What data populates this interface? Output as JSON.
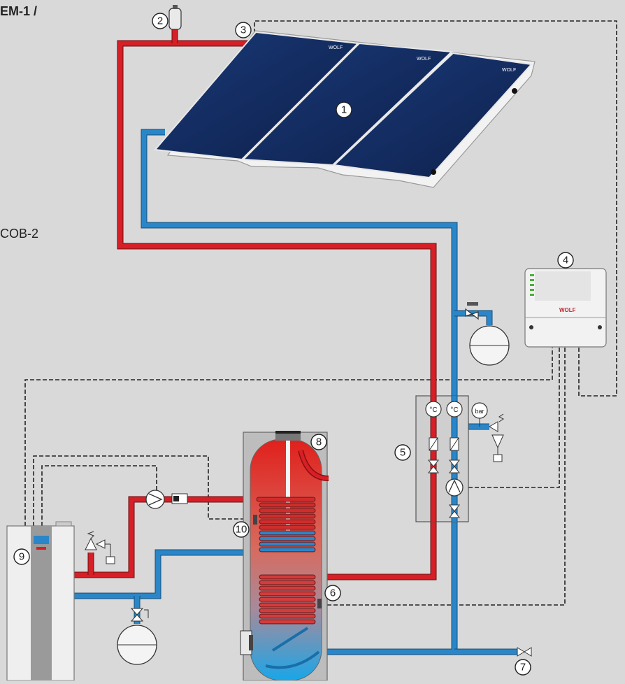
{
  "header_text": "EM-1 /",
  "side_text": "COB-2",
  "callouts": {
    "c1": "1",
    "c2": "2",
    "c3": "3",
    "c4": "4",
    "c5": "5",
    "c6": "6",
    "c7": "7",
    "c8": "8",
    "c9": "9",
    "c10": "10"
  },
  "sensor_labels": {
    "temp_flow": "°C",
    "temp_return": "°C",
    "pressure": "bar"
  },
  "brand": "WOLF",
  "colors": {
    "hot_pipe": "#d61f26",
    "cold_pipe": "#2a86c8",
    "collector": "#12285a",
    "background": "#d9d9d9"
  }
}
